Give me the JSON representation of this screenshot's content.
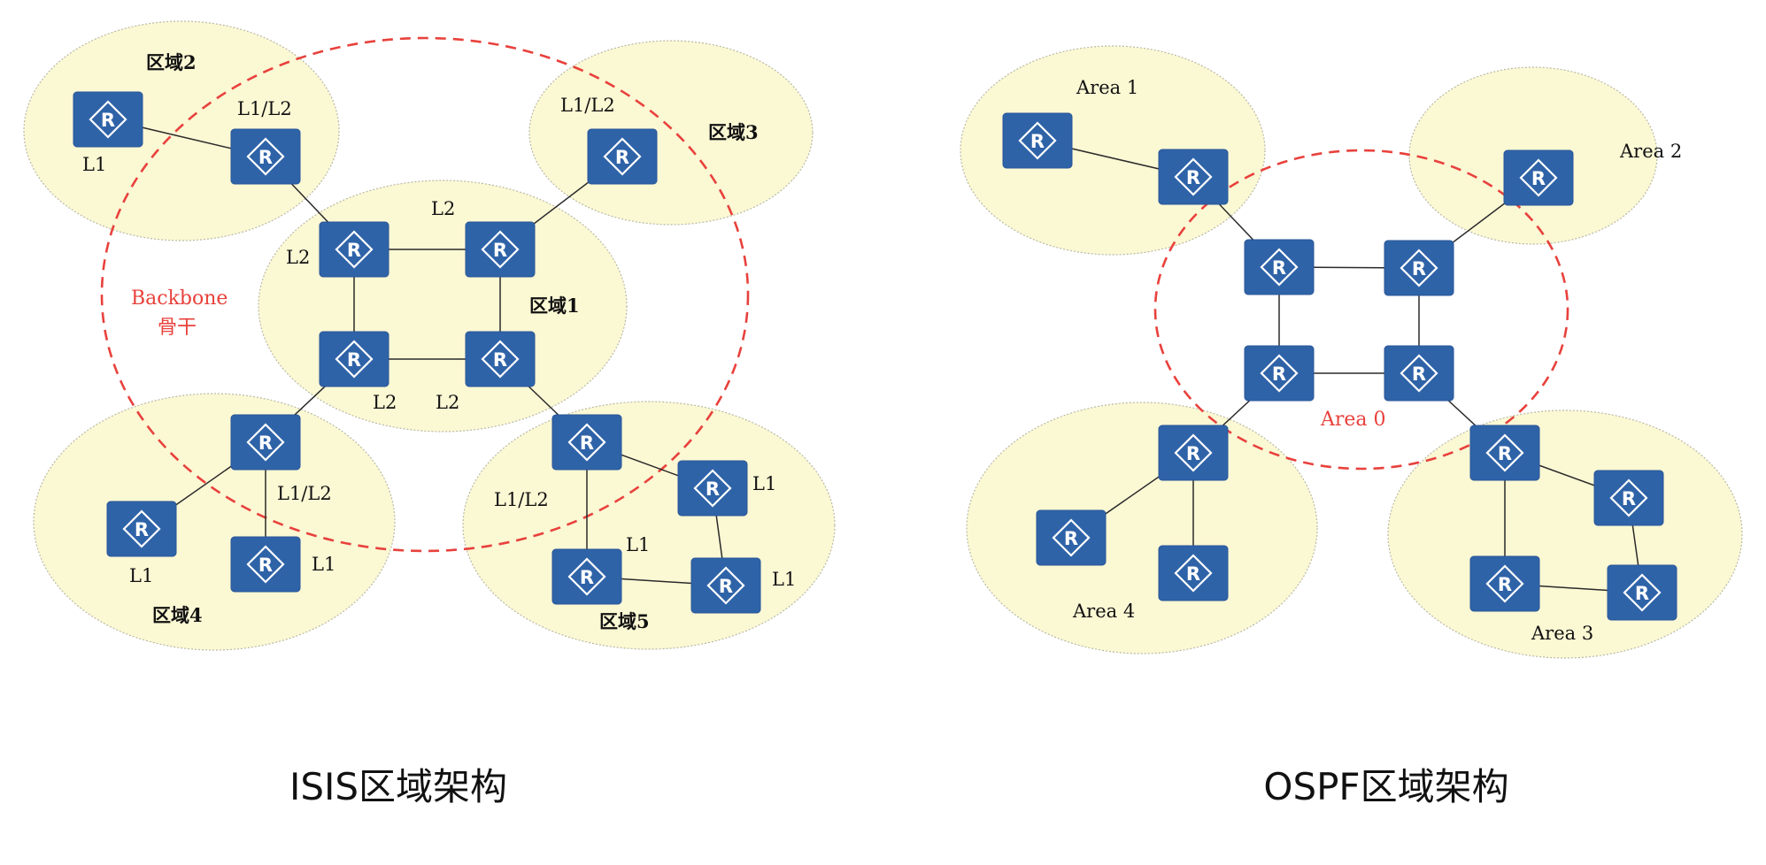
{
  "isis": {
    "caption": "ISIS区域架构",
    "areas": {
      "area1": "区域1",
      "area2": "区域2",
      "area3": "区域3",
      "area4": "区域4",
      "area5": "区域5"
    },
    "backbone": {
      "line1": "Backbone",
      "line2": "骨干"
    },
    "router_labels": {
      "a2_l1": "L1",
      "a2_l1l2": "L1/L2",
      "a3_l1l2": "L1/L2",
      "a1_tl": "L2",
      "a1_tr": "L2",
      "a1_bl": "L2",
      "a1_br": "L2",
      "a4_l1l2": "L1/L2",
      "a4_l1_left": "L1",
      "a4_l1_right": "L1",
      "a5_l1l2": "L1/L2",
      "a5_l1_top": "L1",
      "a5_l1_mid": "L1",
      "a5_l1_bottom": "L1"
    }
  },
  "ospf": {
    "caption": "OSPF区域架构",
    "areas": {
      "area0": "Area 0",
      "area1": "Area 1",
      "area2": "Area 2",
      "area3": "Area 3",
      "area4": "Area 4"
    }
  },
  "router_glyph_letter": "R",
  "colors": {
    "area_fill": "#fbf8d4",
    "backbone_ring": "#e8413c",
    "router": "#2f63a8"
  }
}
